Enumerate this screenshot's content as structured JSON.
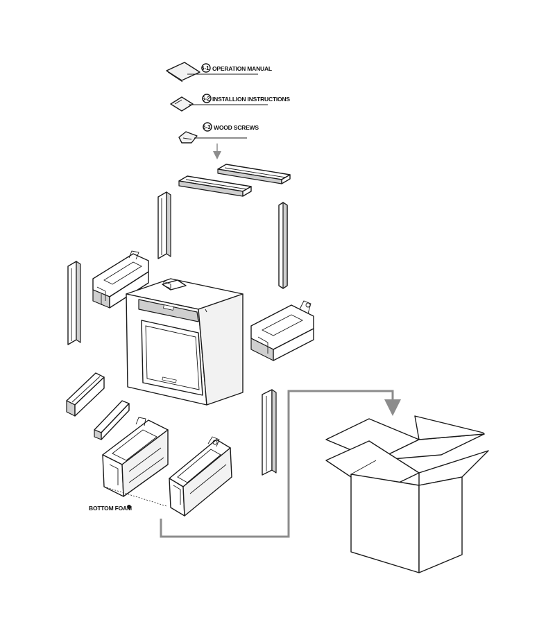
{
  "accessories": [
    {
      "number": "6-1",
      "label": "OPERATION MANUAL"
    },
    {
      "number": "6-2",
      "label": "INSTALLION INSTRUCTIONS"
    },
    {
      "number": "6-3",
      "label": "WOOD SCREWS"
    }
  ],
  "bottom_foam_label": "BOTTOM FOAM",
  "colors": {
    "line": "#1a1a1a",
    "flow_arrow": "#8c8c8c",
    "background": "#ffffff"
  }
}
